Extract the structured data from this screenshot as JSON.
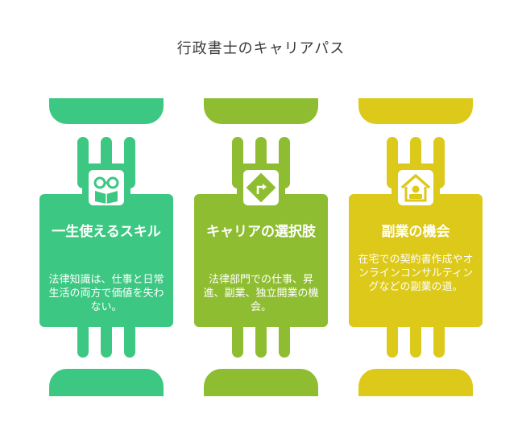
{
  "title": "行政書士のキャリアパス",
  "columns": [
    {
      "heading": "一生使えるスキル",
      "description": "法律知識は、仕事と日常生活の両方で価値を失わない。",
      "icon": "reading-person-icon",
      "color": "#3cc882"
    },
    {
      "heading": "キャリアの選択肢",
      "description": "法律部門での仕事、昇進、副業、独立開業の機会。",
      "icon": "direction-sign-icon",
      "color": "#8fbd31"
    },
    {
      "heading": "副業の機会",
      "description": "在宅での契約書作成やオンラインコンサルティングなどの副業の道。",
      "icon": "home-office-icon",
      "color": "#ddc919"
    }
  ]
}
